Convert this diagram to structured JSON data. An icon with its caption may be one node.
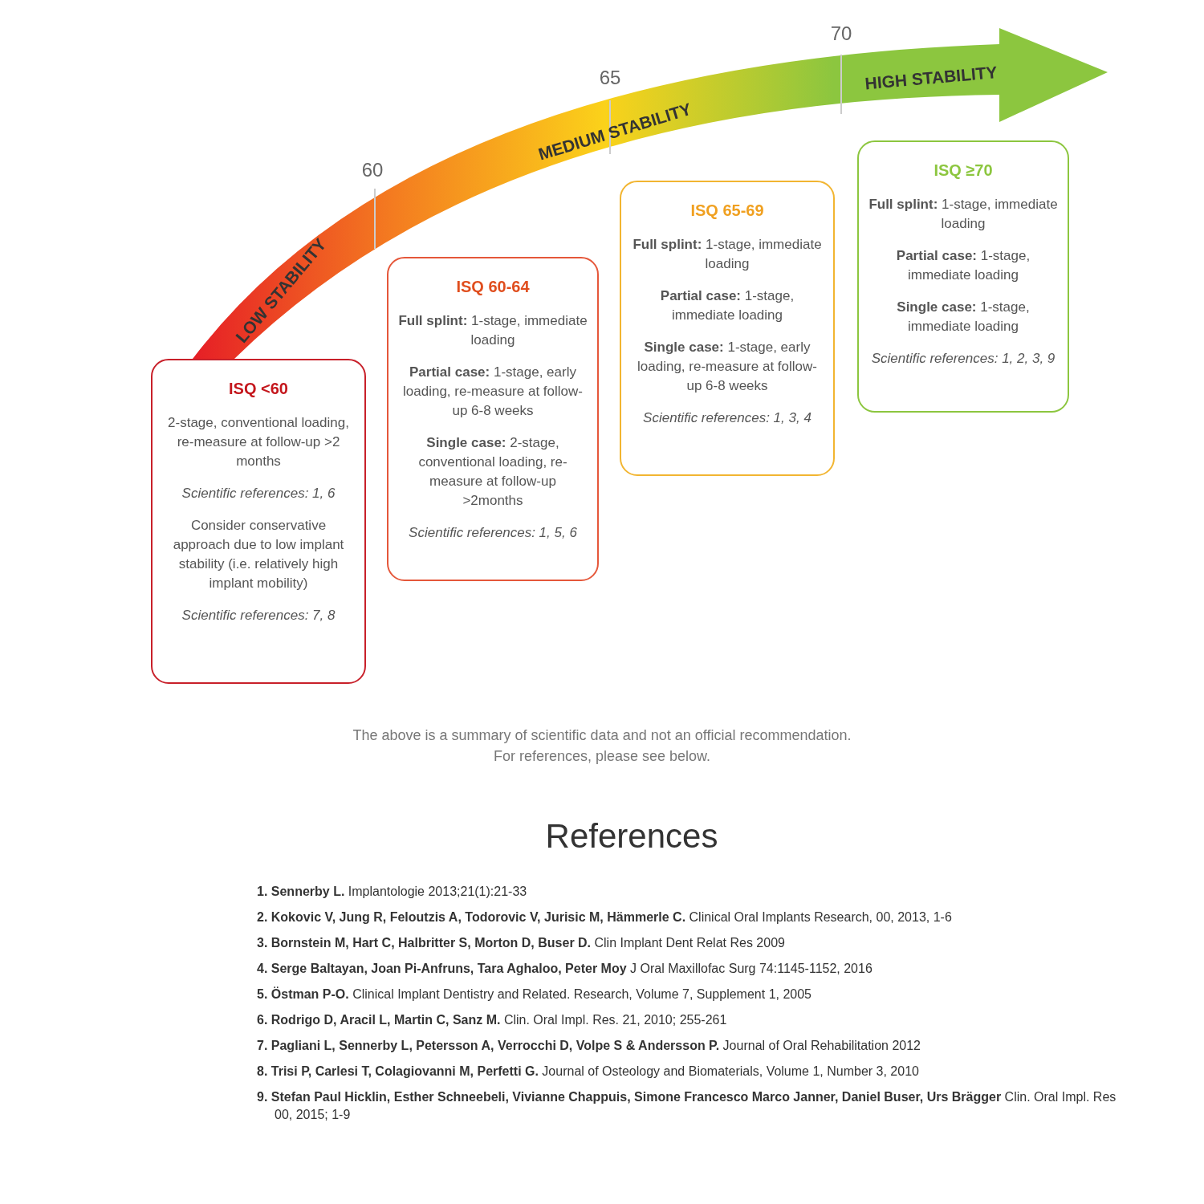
{
  "diagram": {
    "nodes": [
      {
        "text": [
          "ISQ <60",
          "2-stage, conventional loading, re-measure at follow-up >2 months",
          "Scientific references: 1, 6",
          "Consider conservative approach due to low implant stability (i.e. relatively high implant mobility)",
          "Scientific references: 7, 8"
        ]
      },
      {
        "text": [
          "ISQ 60-64",
          "**Full splint:** 1-stage, immediate loading",
          "**Partial case:** 1-stage, early loading, re-measure at follow-up 6-8 weeks",
          "**Single case:** 2-stage, conventional loading, re-measure at follow-up >2months",
          "Scientific references: 1, 5, 6"
        ]
      },
      {
        "text": [
          "ISQ 65-69",
          "**Full splint:** 1-stage, immediate loading",
          "**Partial case:** 1-stage, immediate loading",
          "**Single case:** 1-stage, early loading, re-measure at follow-up 6-8 weeks",
          "Scientific references: 1, 3, 4"
        ]
      },
      {
        "text": [
          "ISQ ≥70",
          "**Full splint:** 1-stage, immediate loading",
          "**Partial case:** 1-stage, immediate loading",
          "**Single case:** 1-stage, immediate loading",
          "Scientific references: 1, 2, 3, 9"
        ]
      }
    ],
    "labels": [
      "60",
      "65",
      "70",
      "LOW STABILITY",
      "MEDIUM STABILITY",
      "HIGH STABILITY",
      "The above is a summary of scientific data and not an official recommendation.",
      "For references, please see below.",
      "References",
      "**1. Sennerby L.** Implantologie 2013;21(1):21-33",
      "**2. Kokovic V, Jung R, Feloutzis A, Todorovic V, Jurisic M, Hämmerle C.** Clinical Oral Implants Research, 00, 2013, 1-6",
      "**3. Bornstein M, Hart C, Halbritter S, Morton D, Buser D.** Clin Implant Dent Relat Res 2009",
      "**4. Serge Baltayan, Joan Pi-Anfruns, Tara Aghaloo, Peter Moy** J Oral Maxillofac Surg 74:1145-1152, 2016",
      "**5. Östman P-O.** Clinical Implant Dentistry and Related. Research, Volume 7, Supplement 1, 2005",
      "**6. Rodrigo D, Aracil L, Martin C, Sanz M.** Clin. Oral Impl. Res. 21, 2010; 255-261",
      "**7. Pagliani L, Sennerby L, Petersson A, Verrocchi D, Volpe S & Andersson P.** Journal of Oral Rehabilitation 2012",
      "**8. Trisi P, Carlesi T, Colagiovanni M, Perfetti G.** Journal of Osteology and Biomaterials, Volume 1, Number 3, 2010",
      "**9. Stefan Paul Hicklin, Esther Schneebeli, Vivianne Chappuis, Simone Francesco Marco Janner, Daniel Buser, Urs Brägger** Clin. Oral Impl. Res 00, 2015; 1-9"
    ]
  }
}
